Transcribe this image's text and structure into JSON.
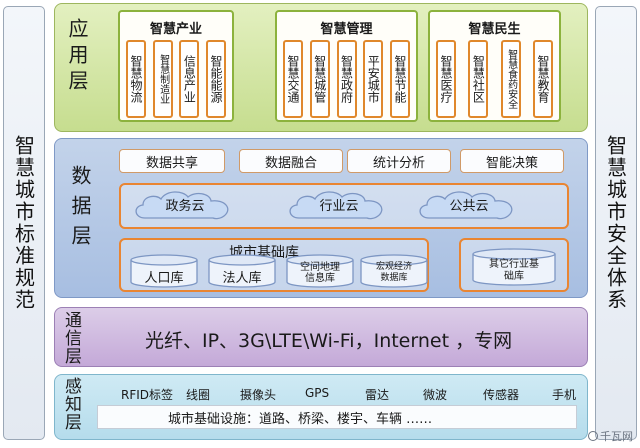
{
  "left_panel": "智慧城市标准规范",
  "right_panel": "智慧城市安全体系",
  "application_layer": {
    "label": "应用层",
    "groups": [
      {
        "title": "智慧产业",
        "items": [
          "智慧物流",
          "智慧制造业",
          "信息产业",
          "智能能源"
        ]
      },
      {
        "title": "智慧管理",
        "items": [
          "智慧交通",
          "智慧城管",
          "智慧政府",
          "平安城市",
          "智慧节能"
        ]
      },
      {
        "title": "智慧民生",
        "items": [
          "智慧医疗",
          "智慧社区",
          "智慧食药安全",
          "智慧教育"
        ]
      }
    ]
  },
  "data_layer": {
    "label": "数据层",
    "services": [
      "数据共享",
      "数据融合",
      "统计分析",
      "智能决策"
    ],
    "clouds": [
      "政务云",
      "行业云",
      "公共云"
    ],
    "city_db_title": "城市基础库",
    "city_dbs": [
      "人口库",
      "法人库",
      "空间地理信息库",
      "宏观经济数据库"
    ],
    "other_db": "其它行业基础库"
  },
  "communication_layer": {
    "label": "通信层",
    "text": "光纤、IP、3G\\LTE\\Wi-Fi，Internet ，专网"
  },
  "perception_layer": {
    "label": "感知层",
    "devices": [
      "RFID标签",
      "线圈",
      "摄像头",
      "GPS",
      "雷达",
      "微波",
      "传感器",
      "手机"
    ],
    "infrastructure": "城市基础设施：道路、桥梁、楼宇、车辆 ……"
  },
  "watermark": "千瓦网"
}
